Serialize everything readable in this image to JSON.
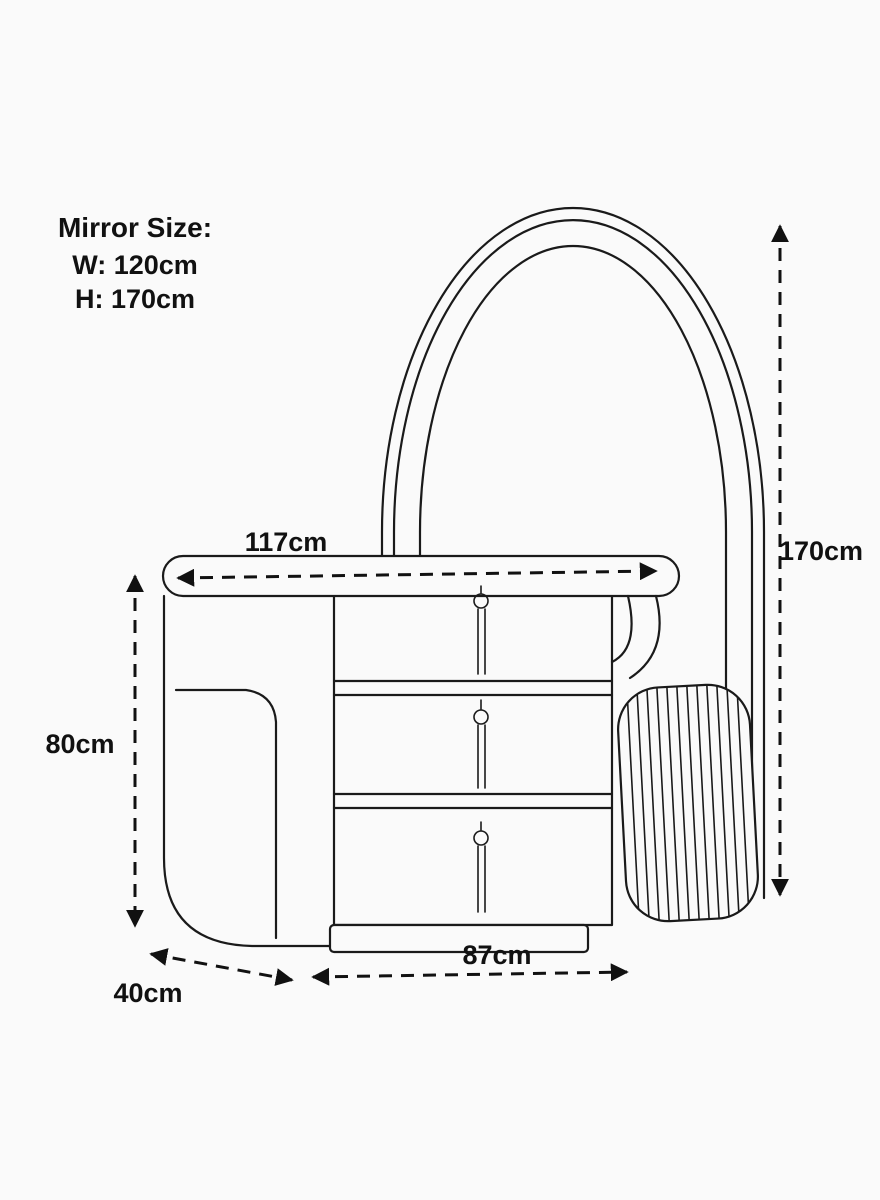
{
  "meta": {
    "background_color": "#fafafa",
    "line_color": "#1a1a1a",
    "dimension_color": "#111111"
  },
  "labels": {
    "mirror_size": {
      "title": "Mirror Size:",
      "width": "W: 120cm",
      "height": "H: 170cm"
    },
    "dimensions": {
      "dresser_top_width": "117cm",
      "mirror_height": "170cm",
      "dresser_height": "80cm",
      "dresser_depth": "40cm",
      "drawer_section_width": "87cm"
    }
  }
}
